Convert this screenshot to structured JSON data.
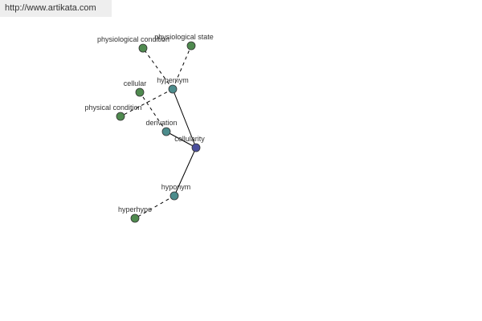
{
  "source_url": "http://www.artikata.com",
  "colors": {
    "center": "#4a4e9c",
    "relation": "#4c8c8c",
    "leaf": "#4f8a4f",
    "edge": "#000000",
    "node_stroke": "#333333"
  },
  "nodes": [
    {
      "id": "cellularity",
      "label": "cellularity",
      "kind": "center"
    },
    {
      "id": "hypernym",
      "label": "hypernym",
      "kind": "relation"
    },
    {
      "id": "derivation",
      "label": "derivation",
      "kind": "relation"
    },
    {
      "id": "hyponym",
      "label": "hyponym",
      "kind": "relation"
    },
    {
      "id": "physiological-condition",
      "label": "physiological condition",
      "kind": "leaf"
    },
    {
      "id": "physiological-state",
      "label": "physiological state",
      "kind": "leaf"
    },
    {
      "id": "cellular",
      "label": "cellular",
      "kind": "leaf"
    },
    {
      "id": "physical-condition",
      "label": "physical condition",
      "kind": "leaf"
    },
    {
      "id": "hyperhypo",
      "label": "hyperhypo",
      "kind": "leaf"
    }
  ],
  "edges": [
    {
      "from": "cellularity",
      "to": "hypernym",
      "style": "solid"
    },
    {
      "from": "cellularity",
      "to": "derivation",
      "style": "solid"
    },
    {
      "from": "cellularity",
      "to": "hyponym",
      "style": "solid"
    },
    {
      "from": "hypernym",
      "to": "physiological-condition",
      "style": "dashed"
    },
    {
      "from": "hypernym",
      "to": "physiological-state",
      "style": "dashed"
    },
    {
      "from": "hypernym",
      "to": "physical-condition",
      "style": "dashed"
    },
    {
      "from": "derivation",
      "to": "cellular",
      "style": "dashed"
    },
    {
      "from": "hyponym",
      "to": "hyperhypo",
      "style": "dashed"
    }
  ]
}
